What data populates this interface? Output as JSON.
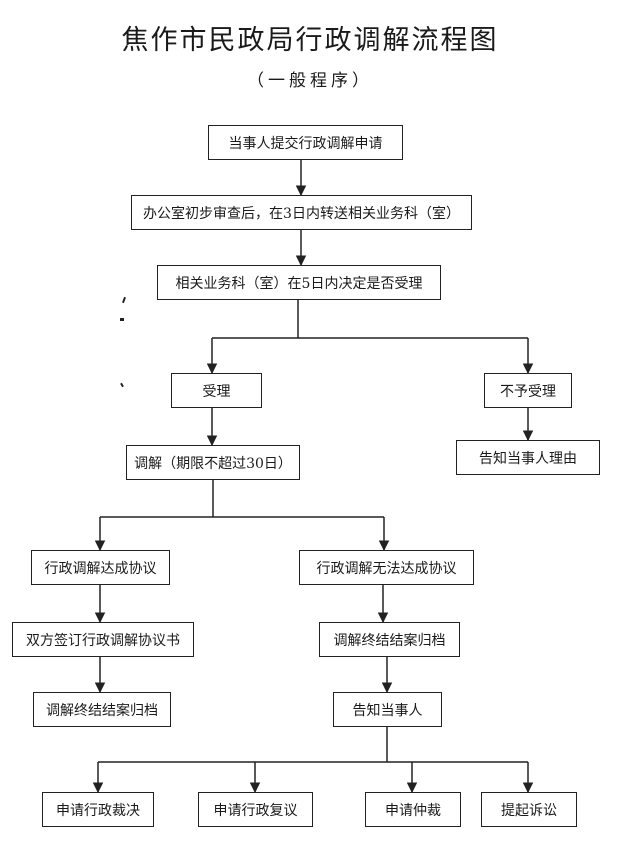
{
  "title": "焦作市民政局行政调解流程图",
  "subtitle": "（一般程序）",
  "steps": {
    "apply": "当事人提交行政调解申请",
    "office_review": "办公室初步审查后，在3日内转送相关业务科（室）",
    "decide_accept": "相关业务科（室）在5日内决定是否受理",
    "accept": "受理",
    "reject": "不予受理",
    "notify_reason": "告知当事人理由",
    "mediate": "调解（期限不超过30日）",
    "agreement_reached": "行政调解达成协议",
    "agreement_failed": "行政调解无法达成协议",
    "sign_agreement": "双方签订行政调解协议书",
    "close_archive_left": "调解终结结案归档",
    "close_archive_right": "调解终结结案归档",
    "notify_parties": "告知当事人",
    "apply_ruling": "申请行政裁决",
    "apply_review": "申请行政复议",
    "apply_arbitration": "申请仲裁",
    "file_lawsuit": "提起诉讼"
  }
}
